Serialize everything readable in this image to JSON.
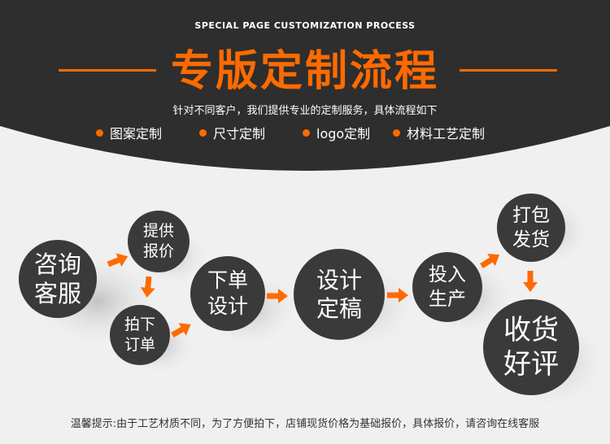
{
  "header": {
    "en_title": "SPECIAL PAGE CUSTOMIZATION PROCESS",
    "title": "专版定制流程",
    "subtitle": "针对不同客户，我们提供专业的定制服务，具体流程如下",
    "services": [
      "图案定制",
      "尺寸定制",
      "logo定制",
      "材料工艺定制"
    ]
  },
  "steps": {
    "consult": "咨询\n客服",
    "quote": "提供\n报价",
    "order_photo": "拍下\n订单",
    "design": "下单\n设计",
    "finalize": "设计\n定稿",
    "production": "投入\n生产",
    "pack": "打包\n发货",
    "review": "收货\n好评"
  },
  "footer": {
    "note": "温馨提示:由于工艺材质不同，为了方便拍下，店铺现货价格为基础报价，具体报价，请咨询在线客服"
  },
  "colors": {
    "accent": "#ff6a00",
    "dark_band": "#2e2e2e",
    "circle": "#3a3a3a",
    "background": "#f0f0f0"
  }
}
